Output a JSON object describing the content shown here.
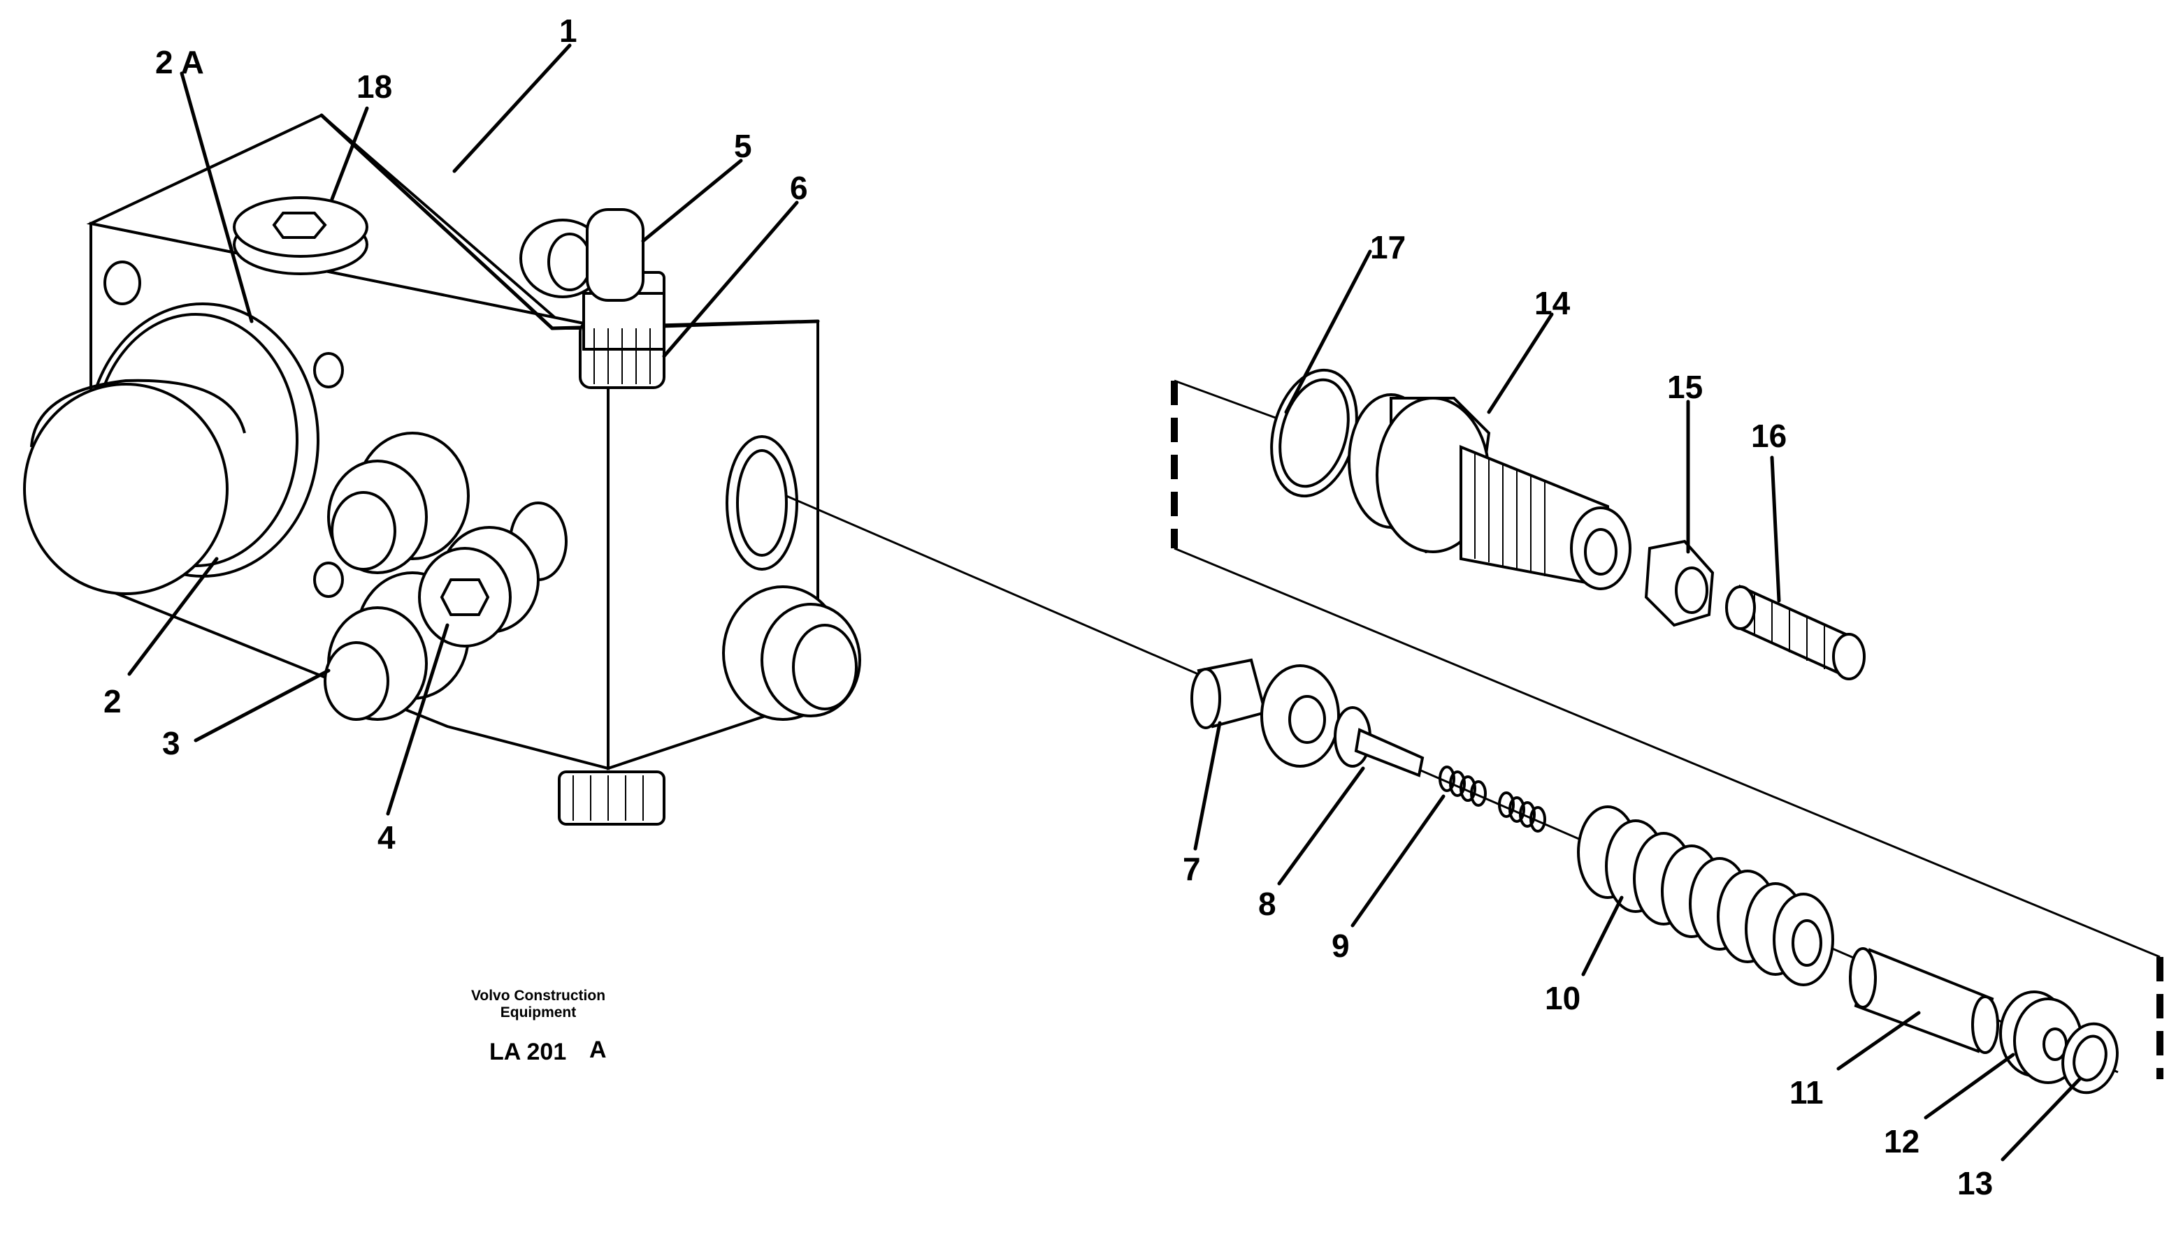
{
  "diagram": {
    "labels": {
      "p1": "1",
      "p2": "2",
      "p2a": "2 A",
      "p3": "3",
      "p4": "4",
      "p5": "5",
      "p6": "6",
      "p7": "7",
      "p8": "8",
      "p9": "9",
      "p10": "10",
      "p11": "11",
      "p12": "12",
      "p13": "13",
      "p14": "14",
      "p15": "15",
      "p16": "16",
      "p17": "17",
      "p18": "18"
    },
    "credit": {
      "line1": "Volvo Construction",
      "line2": "Equipment",
      "code": "LA 201",
      "revision": "A"
    }
  }
}
